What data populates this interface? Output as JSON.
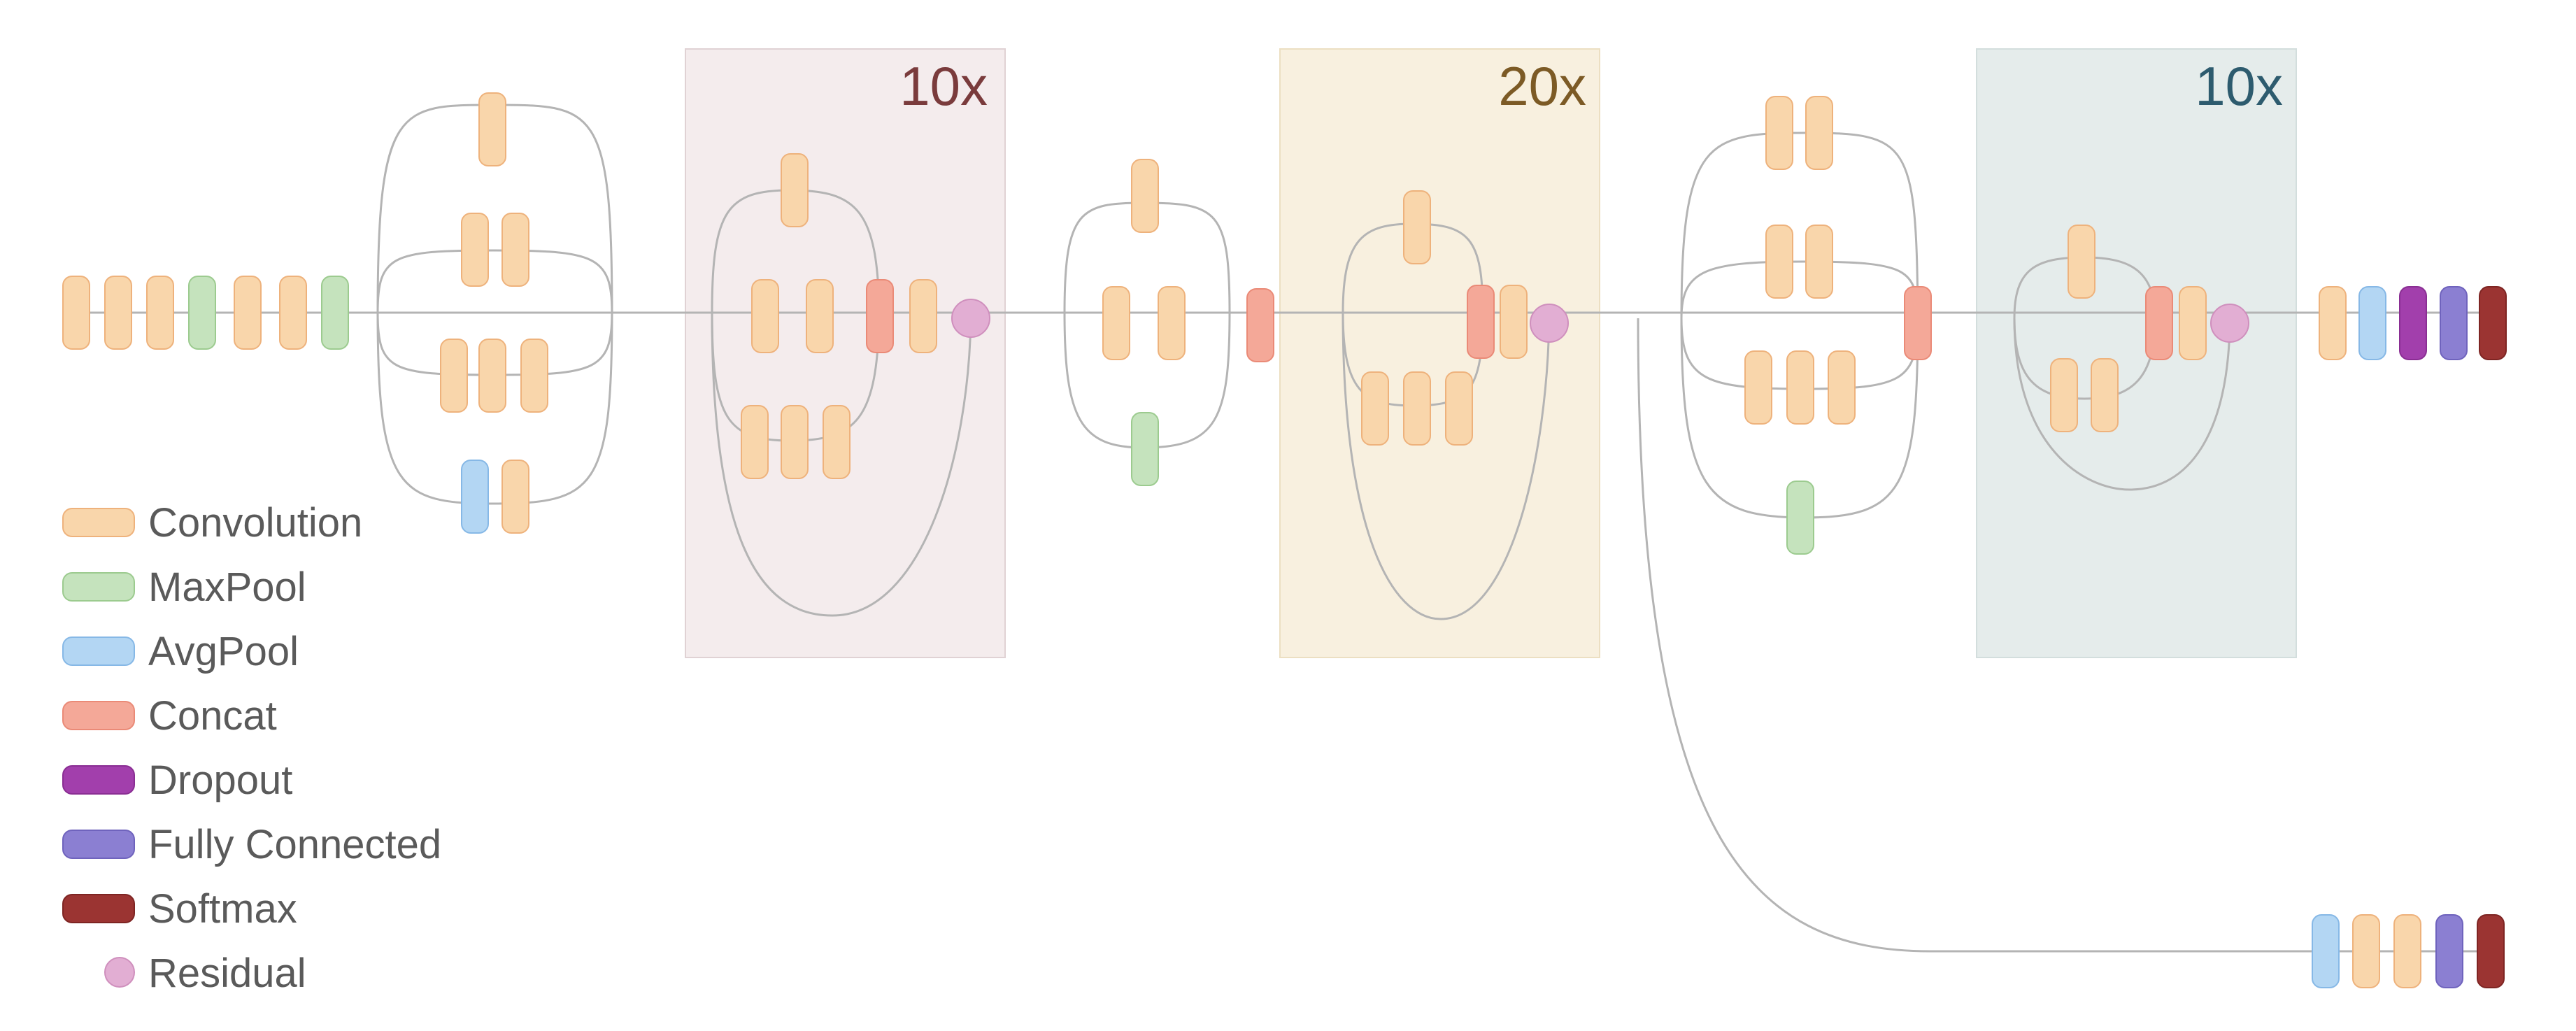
{
  "colors": {
    "convolution": "#f9d6ab",
    "maxpool": "#c5e3bd",
    "avgpool": "#b3d6f3",
    "concat": "#f4a898",
    "dropout": "#a23fac",
    "fully_connected": "#8b7fd2",
    "softmax": "#9b3432",
    "residual": "#e2aed3",
    "block_a": "#f4eced",
    "block_b": "#f8f0df",
    "block_c": "#e5eceb"
  },
  "blocks": {
    "a": {
      "label": "10x",
      "label_color": "#7a3b3c"
    },
    "b": {
      "label": "20x",
      "label_color": "#7c5a25"
    },
    "c": {
      "label": "10x",
      "label_color": "#2d5b6e"
    }
  },
  "legend": [
    {
      "label": "Convolution",
      "type": "convolution"
    },
    {
      "label": "MaxPool",
      "type": "maxpool"
    },
    {
      "label": "AvgPool",
      "type": "avgpool"
    },
    {
      "label": "Concat",
      "type": "concat"
    },
    {
      "label": "Dropout",
      "type": "dropout"
    },
    {
      "label": "Fully Connected",
      "type": "fully_connected"
    },
    {
      "label": "Softmax",
      "type": "softmax"
    },
    {
      "label": "Residual",
      "type": "residual"
    }
  ]
}
